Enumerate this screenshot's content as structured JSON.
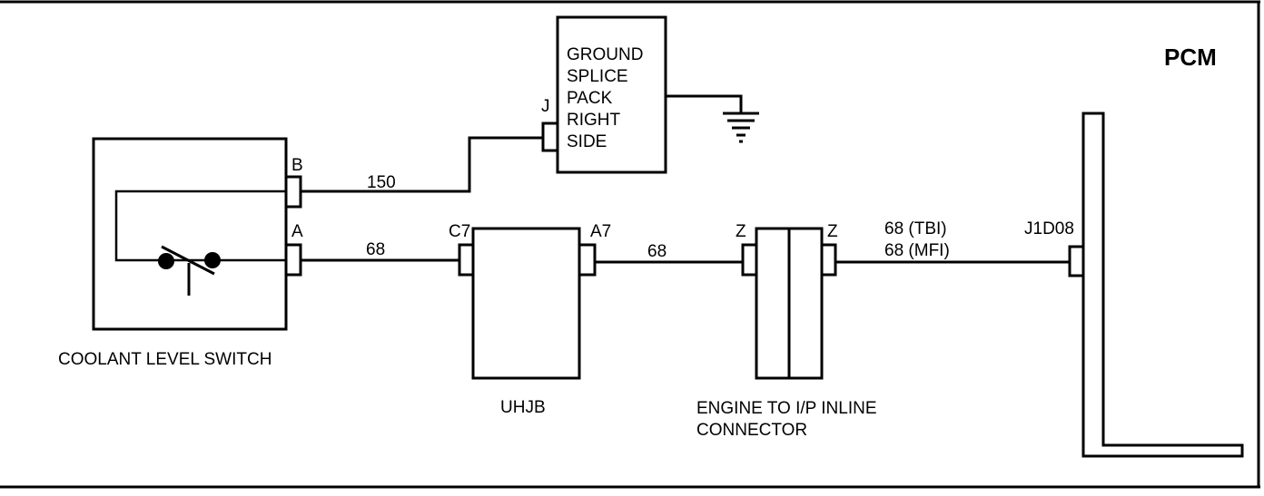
{
  "title": "PCM",
  "ground_splice": {
    "lines": [
      "GROUND",
      "SPLICE",
      "PACK",
      "RIGHT",
      "SIDE"
    ],
    "pin": "J"
  },
  "coolant_switch": {
    "name": "COOLANT LEVEL SWITCH",
    "pin_b": "B",
    "pin_a": "A"
  },
  "uhjb": {
    "name": "UHJB",
    "pin_in": "C7",
    "pin_out": "A7"
  },
  "inline_connector": {
    "name_line1": "ENGINE TO I/P INLINE",
    "name_line2": "CONNECTOR",
    "pin_left": "Z",
    "pin_right": "Z"
  },
  "pcm": {
    "pin": "J1D08"
  },
  "wires": {
    "w150": "150",
    "w68_a": "68",
    "w68_b": "68",
    "w68_tbi": "68 (TBI)",
    "w68_mfi": "68 (MFI)"
  }
}
